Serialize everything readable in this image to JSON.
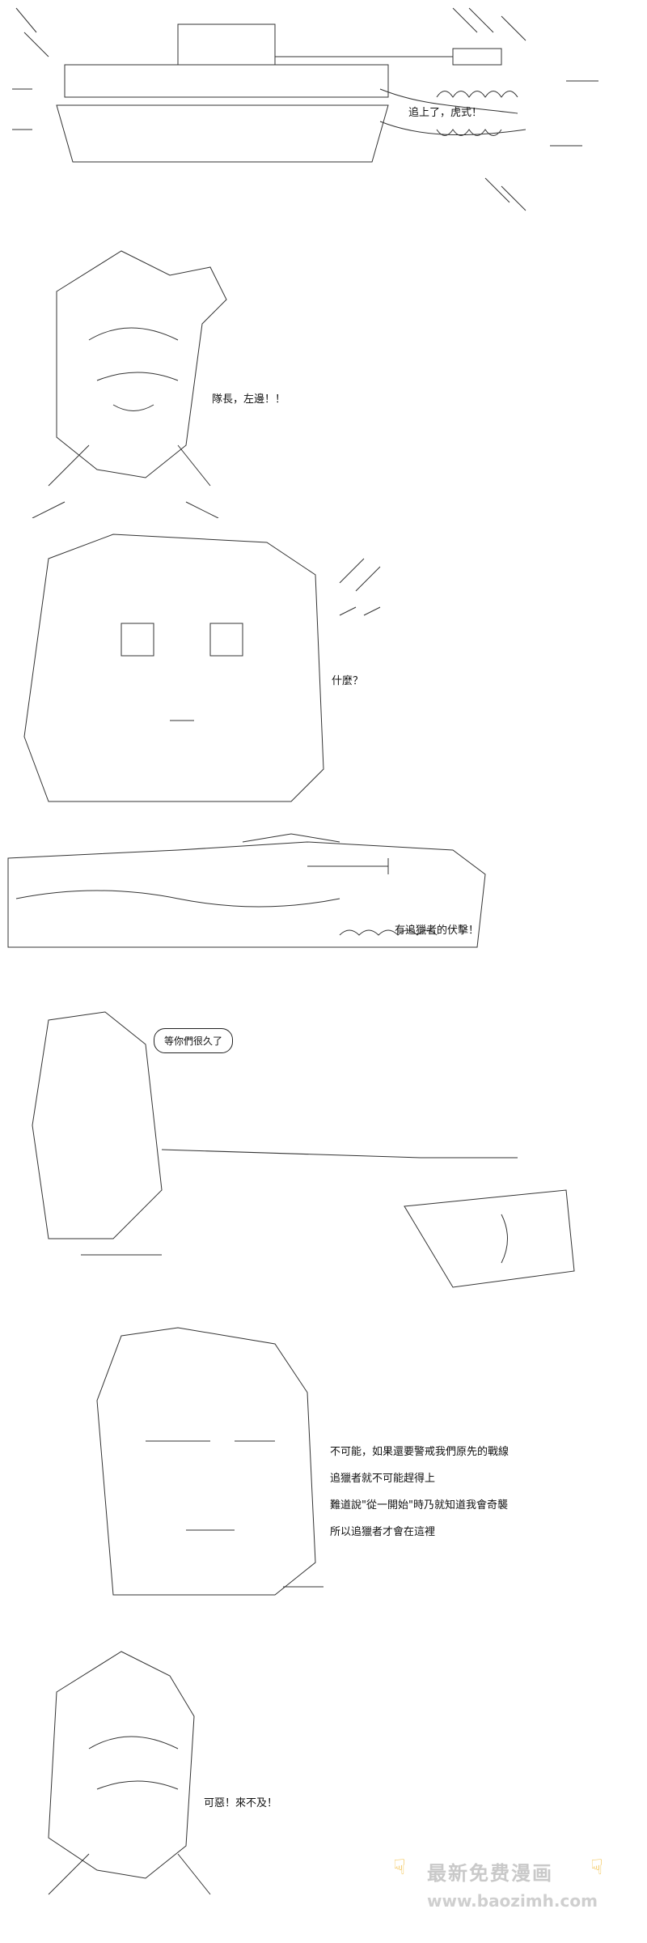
{
  "panels": [
    {
      "id": "p1",
      "text": "追上了，虎式！"
    },
    {
      "id": "p2",
      "text": "隊長，左邊！！"
    },
    {
      "id": "p3",
      "text": "什麼？"
    },
    {
      "id": "p4",
      "text": "有追獵者的伏擊！"
    },
    {
      "id": "p5",
      "text": "等你們很久了"
    },
    {
      "id": "p6",
      "lines": [
        "不可能，如果還要警戒我們原先的戰線",
        "追獵者就不可能趕得上",
        "難道說\"從一開始\"時乃就知道我會奇襲",
        "所以追獵者才會在這裡"
      ]
    },
    {
      "id": "p7",
      "text": "可惡！來不及！"
    }
  ],
  "watermark": {
    "title": "最新免费漫画",
    "url": "www.baozimh.com",
    "icon": "pointing-hand-icon",
    "icon_color": "#f2c04b"
  }
}
